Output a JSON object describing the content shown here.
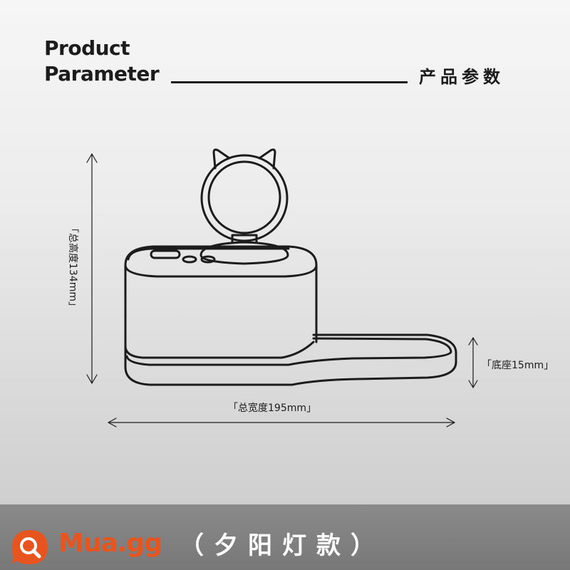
{
  "header": {
    "title_en_line1": "Product",
    "title_en_line2": "Parameter",
    "title_cn": "产品参数"
  },
  "dimensions": {
    "height_label": "「总高度134mm」",
    "base_label": "「底座15mm」",
    "width_label": "「总宽度195mm」"
  },
  "footer": {
    "watermark": "Mua.gg",
    "variant_label": "（夕阳灯款）"
  },
  "colors": {
    "ink": "#1c1c1c",
    "watermark_orange": "#e8541d",
    "footer_gray": "#808080"
  },
  "icons": [
    "search-icon"
  ]
}
